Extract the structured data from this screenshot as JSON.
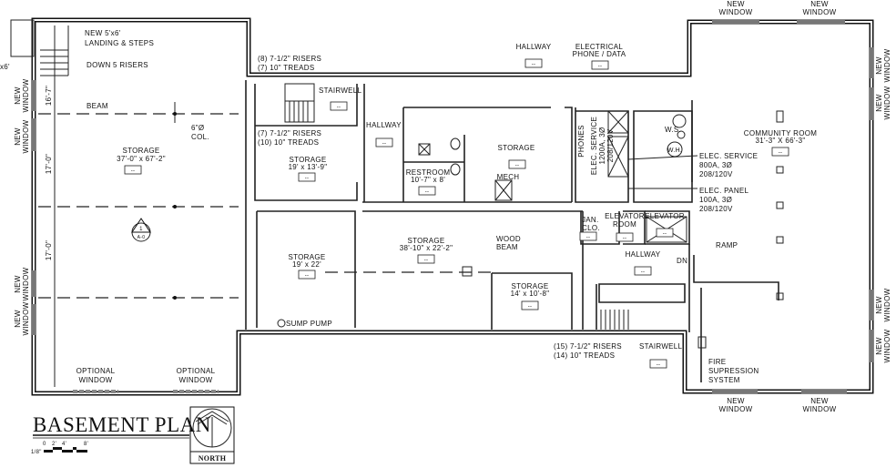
{
  "title": "BASEMENT PLAN",
  "north_label": "NORTH",
  "scale": {
    "fraction": "1/8\"",
    "ticks": [
      "0",
      "2'",
      "4'",
      "8'"
    ]
  },
  "room_tag": "--",
  "labels": {
    "landing_1": "NEW 5'x6'",
    "landing_2": "LANDING & STEPS",
    "down_risers": "DOWN 5 RISERS",
    "cut_note": "x6'",
    "beam": "BEAM",
    "col_1": "6\"Ø",
    "col_2": "COL.",
    "storage_main": "STORAGE",
    "storage_main_dim": "37'-0\" x 67'-2\"",
    "dim_1": "16'-7\"",
    "dim_2": "17'-0\"",
    "dim_3": "17'-0\"",
    "new_window": "NEW",
    "window": "WINDOW",
    "optional": "OPTIONAL",
    "section_mark_top": "1",
    "section_mark_bottom": "A-0",
    "stair1_risers": "(8) 7-1/2\" RISERS",
    "stair1_treads": "(7) 10\" TREADS",
    "stairwell": "STAIRWELL",
    "stair2_risers": "(7) 7-1/2\" RISERS",
    "stair2_treads": "(10) 10\" TREADS",
    "storage_b": "STORAGE",
    "storage_b_dim": "19' x 13'-9\"",
    "hallway": "HALLWAY",
    "electrical_1": "ELECTRICAL",
    "electrical_2": "PHONE / DATA",
    "restroom": "RESTROOM",
    "restroom_dim": "10'-7\" x 8'",
    "storage_c": "STORAGE",
    "mech": "MECH",
    "phones": "PHONES",
    "elec_service_v1": "ELEC. SERVICE",
    "elec_service_v2": "1200A, 3Ø",
    "elec_service_v3": "208/120V",
    "ws": "W.S.",
    "wh": "W.H.",
    "elec_service_1": "ELEC. SERVICE",
    "elec_service_2": "800A, 3Ø",
    "elec_service_3": "208/120V",
    "elec_panel_1": "ELEC. PANEL",
    "elec_panel_2": "100A, 3Ø",
    "elec_panel_3": "208/120V",
    "community": "COMMUNITY ROOM",
    "community_dim": "31'-3\" X 66'-3\"",
    "jan_1": "JAN.",
    "jan_2": "CLO.",
    "elev_room_1": "ELEVATOR",
    "elev_room_2": "ROOM",
    "elevator": "ELEVATOR",
    "dn": "DN",
    "ramp": "RAMP",
    "storage_d": "STORAGE",
    "storage_d_dim": "19' x 22'",
    "storage_e": "STORAGE",
    "storage_e_dim": "38'-10\" x 22'-2\"",
    "wood_1": "WOOD",
    "wood_2": "BEAM",
    "storage_f": "STORAGE",
    "storage_f_dim": "14' x 10'-8\"",
    "sump": "SUMP PUMP",
    "stair3_risers": "(15) 7-1/2\" RISERS",
    "stair3_treads": "(14) 10\" TREADS",
    "fire_1": "FIRE",
    "fire_2": "SUPRESSION",
    "fire_3": "SYSTEM"
  }
}
